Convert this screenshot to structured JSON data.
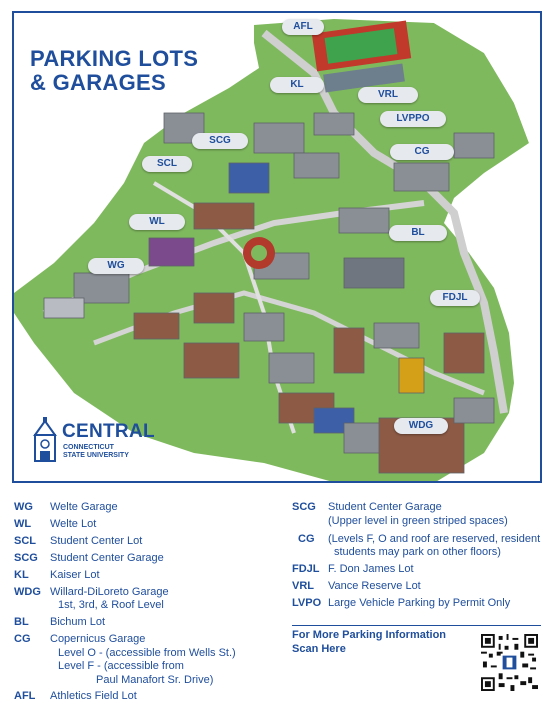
{
  "title": {
    "line1": "PARKING LOTS",
    "line2": "& GARAGES"
  },
  "map_labels": {
    "AFL": "AFL",
    "KL": "KL",
    "VRL": "VRL",
    "LVPPO": "LVPPO",
    "SCG": "SCG",
    "CG": "CG",
    "SCL": "SCL",
    "WL": "WL",
    "BL": "BL",
    "WG": "WG",
    "FDJL": "FDJL",
    "WDG": "WDG"
  },
  "logo": {
    "word": "CENTRAL",
    "line1": "CONNECTICUT",
    "line2": "STATE UNIVERSITY"
  },
  "legend": {
    "WG": {
      "code": "WG",
      "desc": "Welte Garage"
    },
    "WL": {
      "code": "WL",
      "desc": "Welte Lot"
    },
    "SCL": {
      "code": "SCL",
      "desc": "Student Center Lot"
    },
    "SCG_left": {
      "code": "SCG",
      "desc": "Student Center Garage"
    },
    "KL": {
      "code": "KL",
      "desc": "Kaiser Lot"
    },
    "WDG": {
      "code": "WDG",
      "desc": "Willard-DiLoreto Garage",
      "desc2": "1st, 3rd, & Roof Level"
    },
    "BL": {
      "code": "BL",
      "desc": "Bichum Lot"
    },
    "CG_left": {
      "code": "CG",
      "desc": "Copernicus Garage",
      "desc2": "Level O - (accessible from Wells St.)",
      "desc3": "Level F - (accessible from",
      "desc4": "Paul Manafort Sr. Drive)"
    },
    "AFL": {
      "code": "AFL",
      "desc": "Athletics Field Lot"
    },
    "SCG_right": {
      "code": "SCG",
      "desc": "Student Center Garage",
      "desc2": "(Upper level in green striped spaces)"
    },
    "CG_right": {
      "code": "CG",
      "desc": "(Levels F, O and roof are reserved, resident",
      "desc2": "students may park on other floors)"
    },
    "FDJL": {
      "code": "FDJL",
      "desc": "F. Don James Lot"
    },
    "VRL": {
      "code": "VRL",
      "desc": "Vance Reserve Lot"
    },
    "LVPO": {
      "code": "LVPO",
      "desc": "Large Vehicle Parking by Permit Only"
    }
  },
  "more_info": {
    "line1": "For More Parking Information",
    "line2": "Scan Here"
  },
  "colors": {
    "brand_blue": "#1f4e9c",
    "grass": "#8cc26b",
    "road": "#c9c9c9"
  }
}
